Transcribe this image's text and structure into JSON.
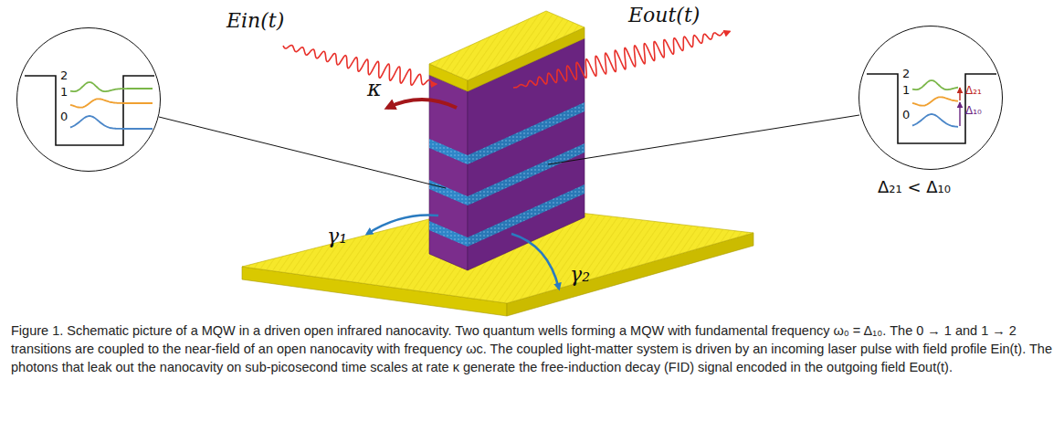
{
  "diagram": {
    "caption": "Figure 1. Schematic picture of a MQW in a driven open infrared nanocavity. Two quantum wells forming a MQW with fundamental frequency ω₀ = Δ₁₀. The 0 → 1 and 1 → 2 transitions are coupled to the near-field of an open nanocavity with frequency ωc. The coupled light-matter system is driven by an incoming laser pulse with field profile Ein(t). The photons that leak out the nanocavity on sub-picosecond time scales at rate κ generate the free-induction decay (FID) signal encoded in the outgoing field Eout(t).",
    "nodes": [
      {
        "text": [
          "2",
          "1",
          "0"
        ]
      },
      {
        "text": [
          "2",
          "1",
          "0",
          "Δ₂₁",
          "Δ₁₀",
          "Δ₂₁ < Δ₁₀"
        ]
      }
    ],
    "labels": [
      "Ein(t)",
      "Eout(t)",
      "κ",
      "γ₁",
      "γ₂"
    ]
  }
}
